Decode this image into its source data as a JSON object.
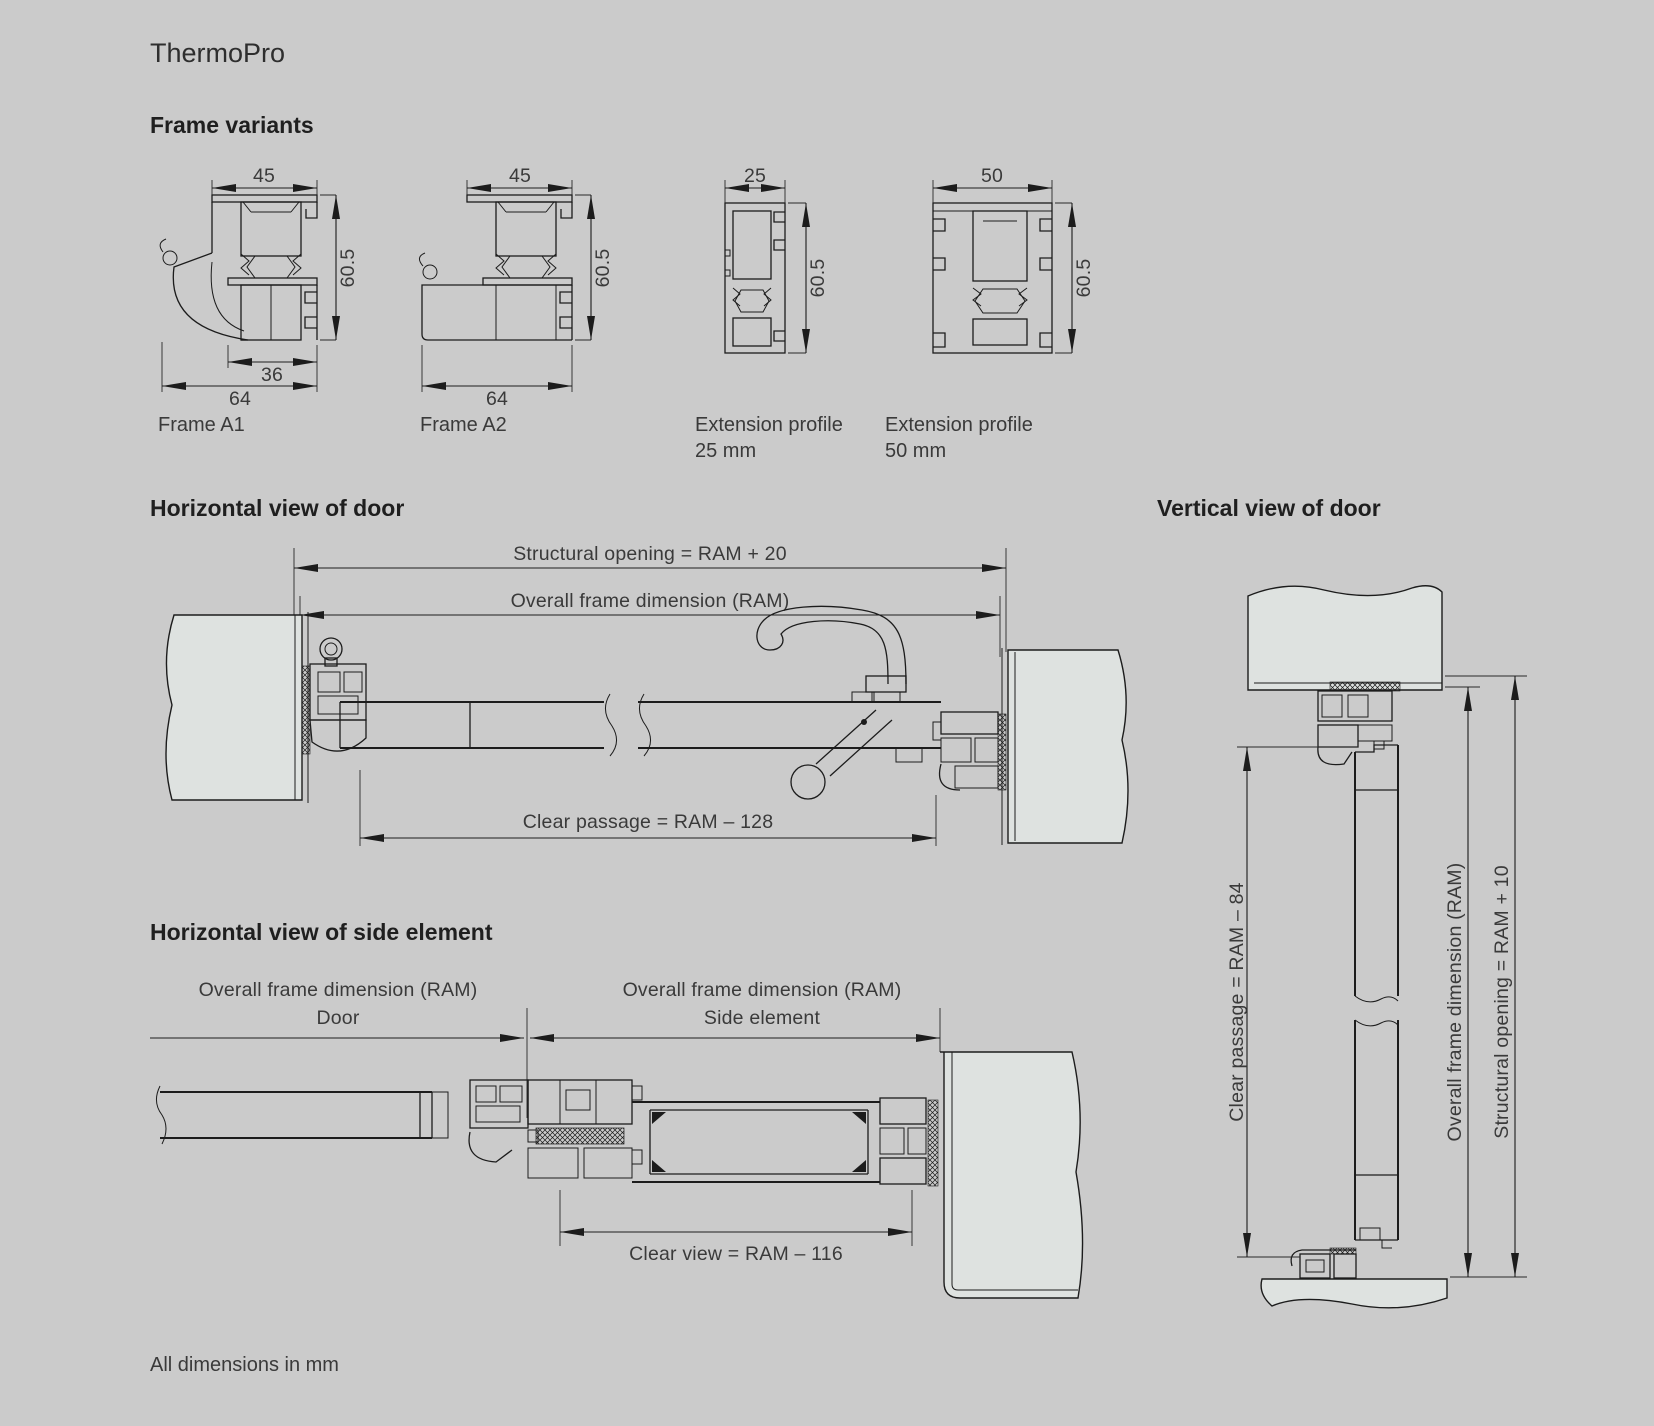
{
  "page": {
    "title": "ThermoPro",
    "footer_note": "All dimensions in mm"
  },
  "colors": {
    "background": "#cbcbcb",
    "wall_fill": "#dee2e0",
    "line": "#1c1c1c",
    "text": "#3a3a3a"
  },
  "frame_variants": {
    "heading": "Frame variants",
    "profiles": [
      {
        "name": "Frame A1",
        "dims": {
          "top_width": "45",
          "height": "60.5",
          "inner_width": "36",
          "bottom_width": "64"
        }
      },
      {
        "name": "Frame A2",
        "dims": {
          "top_width": "45",
          "height": "60.5",
          "bottom_width": "64"
        }
      },
      {
        "name": "Extension profile",
        "name_line2": "25 mm",
        "dims": {
          "top_width": "25",
          "height": "60.5"
        }
      },
      {
        "name": "Extension profile",
        "name_line2": "50 mm",
        "dims": {
          "top_width": "50",
          "height": "60.5"
        }
      }
    ]
  },
  "horizontal_door_view": {
    "heading": "Horizontal view of door",
    "dimensions": {
      "structural_opening": "Structural opening = RAM + 20",
      "overall_frame": "Overall frame dimension (RAM)",
      "clear_passage": "Clear passage = RAM – 128"
    }
  },
  "vertical_door_view": {
    "heading": "Vertical view of door",
    "dimensions": {
      "clear_passage": "Clear passage = RAM – 84",
      "overall_frame": "Overall frame dimension (RAM)",
      "structural_opening": "Structural opening = RAM + 10"
    }
  },
  "side_element_view": {
    "heading": "Horizontal view of side element",
    "dimensions": {
      "overall_frame_door_line1": "Overall frame dimension (RAM)",
      "overall_frame_door_line2": "Door",
      "overall_frame_side_line1": "Overall frame dimension (RAM)",
      "overall_frame_side_line2": "Side element",
      "clear_view": "Clear view = RAM – 116"
    }
  }
}
